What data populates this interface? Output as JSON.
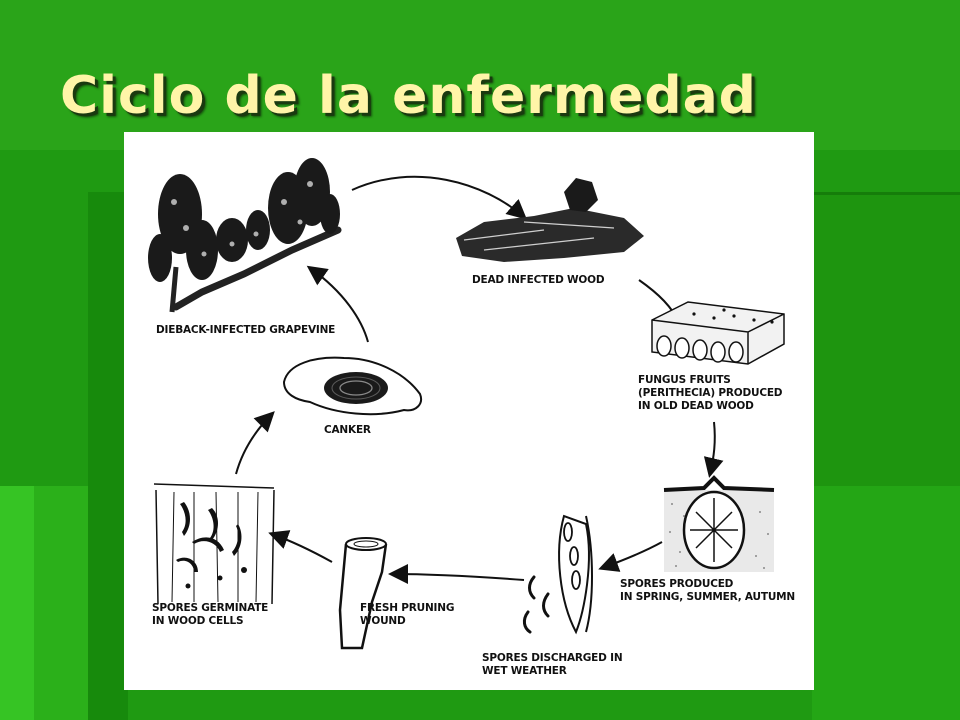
{
  "slide": {
    "title": "Ciclo de la enfermedad"
  },
  "diagram": {
    "stages": [
      {
        "id": "grapevine",
        "lines": [
          "DIEBACK-INFECTED GRAPEVINE"
        ]
      },
      {
        "id": "dead-wood",
        "lines": [
          "DEAD INFECTED WOOD"
        ]
      },
      {
        "id": "fungus-fruits",
        "lines": [
          "FUNGUS FRUITS",
          "(PERITHECIA) PRODUCED",
          "IN OLD DEAD WOOD"
        ]
      },
      {
        "id": "spores-produced",
        "lines": [
          "SPORES PRODUCED",
          "IN SPRING, SUMMER, AUTUMN"
        ]
      },
      {
        "id": "spores-discharged",
        "lines": [
          "SPORES DISCHARGED IN",
          "WET WEATHER"
        ]
      },
      {
        "id": "pruning-wound",
        "lines": [
          "FRESH PRUNING",
          "WOUND"
        ]
      },
      {
        "id": "spores-germinate",
        "lines": [
          "SPORES GERMINATE",
          "IN WOOD CELLS"
        ]
      },
      {
        "id": "canker",
        "lines": [
          "CANKER"
        ]
      }
    ]
  },
  "colors": {
    "background": "#1f9a12",
    "title": "#fff5a8",
    "ink": "#111111"
  }
}
